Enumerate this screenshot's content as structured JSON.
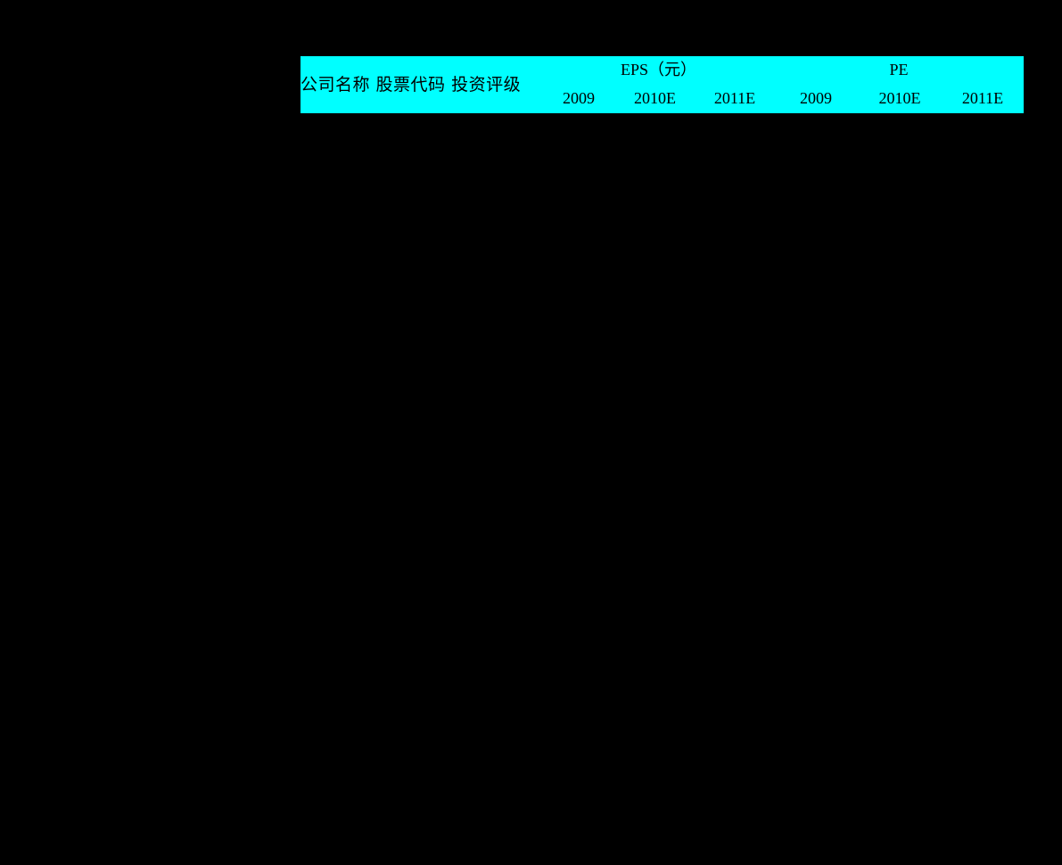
{
  "page": {
    "background_color": "#000000"
  },
  "table": {
    "background_color": "#00FFFF",
    "text_color": "#000000",
    "label_header": "公司名称 股票代码 投资评级",
    "groups": [
      {
        "label": "EPS（元）",
        "key": "eps"
      },
      {
        "label": "PE",
        "key": "pe"
      }
    ],
    "columns": {
      "eps": [
        "2009",
        "2010E",
        "2011E"
      ],
      "pe": [
        "2009",
        "2010E",
        "2011E"
      ]
    },
    "rows": []
  }
}
